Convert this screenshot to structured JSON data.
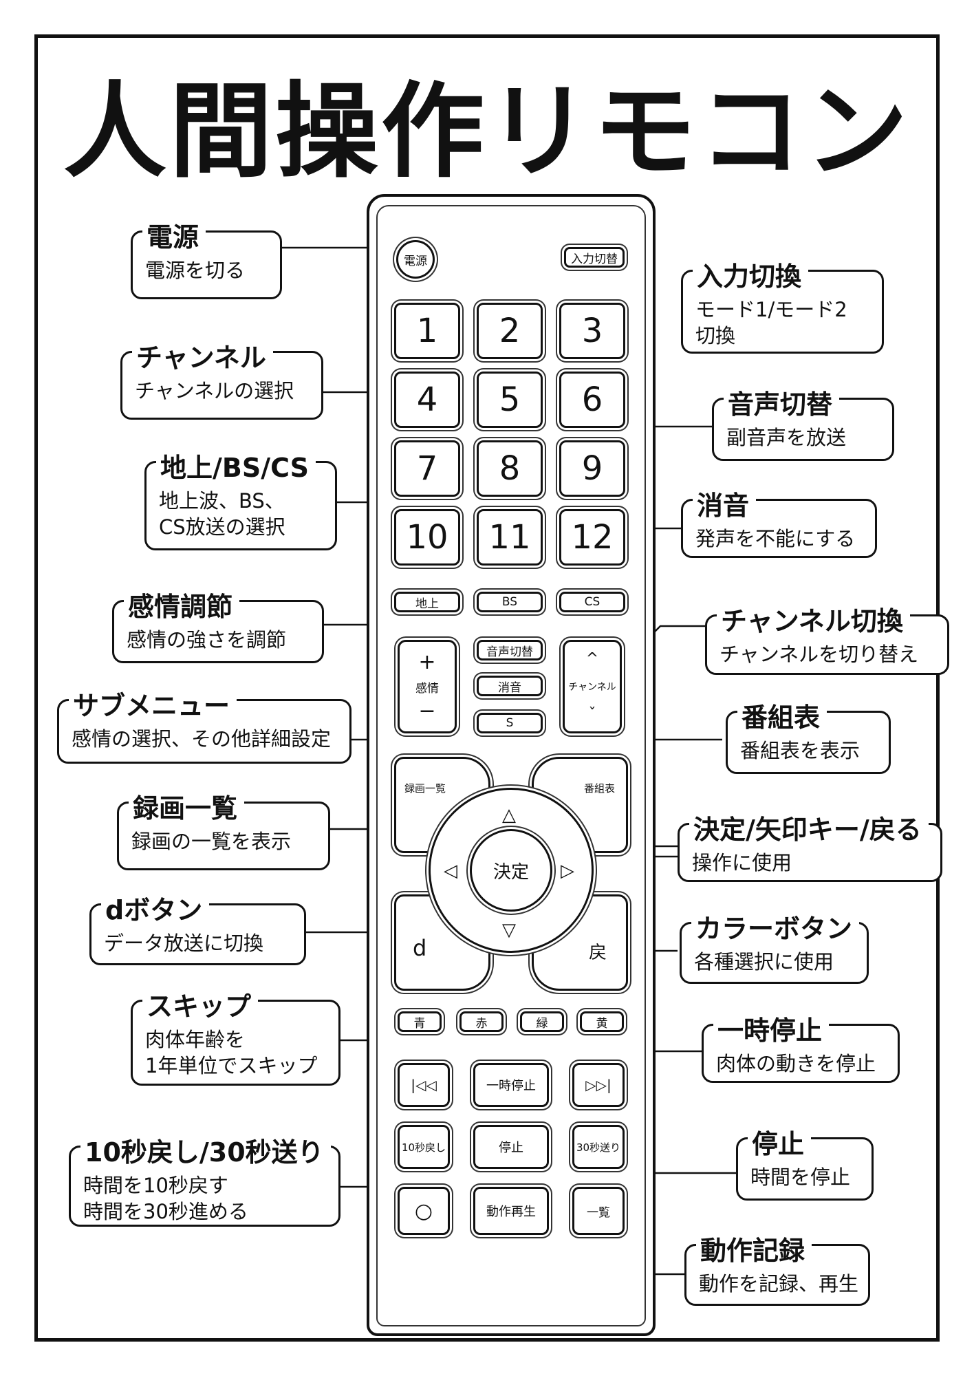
{
  "title": "人間操作リモコン",
  "remote": {
    "power": "電源",
    "input": "入力切替",
    "numbers": [
      "1",
      "2",
      "3",
      "4",
      "5",
      "6",
      "7",
      "8",
      "9",
      "10",
      "11",
      "12"
    ],
    "chijo": "地上",
    "bs": "BS",
    "cs": "CS",
    "plus": "+",
    "minus": "−",
    "kanjo": "感情",
    "onsei": "音声切替",
    "shouon": "消音",
    "s": "S",
    "ch_up": "^",
    "ch_down": "ˇ",
    "channel": "チャンネル",
    "rokuga": "録画一覧",
    "bangumi": "番組表",
    "kettei": "決定",
    "d": "d",
    "modoru": "戻",
    "colors": [
      "青",
      "赤",
      "緑",
      "黄"
    ],
    "skip_back": "|◁◁",
    "pause": "一時停止",
    "skip_fwd": "▷▷|",
    "back10": "10秒戻し",
    "stop": "停止",
    "fwd30": "30秒送り",
    "rec": "○",
    "play": "動作再生",
    "list": "一覧"
  },
  "callouts": {
    "power": {
      "title": "電源",
      "desc": "電源を切る"
    },
    "channel": {
      "title": "チャンネル",
      "desc": "チャンネルの選択"
    },
    "broadcast": {
      "title": "地上/BS/CS",
      "desc": "地上波、BS、\nCS放送の選択"
    },
    "emotion": {
      "title": "感情調節",
      "desc": "感情の強さを調節"
    },
    "submenu": {
      "title": "サブメニュー",
      "desc": "感情の選択、その他詳細設定"
    },
    "recordings": {
      "title": "録画一覧",
      "desc": "録画の一覧を表示"
    },
    "dbutton": {
      "title": "dボタン",
      "desc": "データ放送に切換"
    },
    "skip": {
      "title": "スキップ",
      "desc": "肉体年齢を\n1年単位でスキップ"
    },
    "seek": {
      "title": "10秒戻し/30秒送り",
      "desc": "時間を10秒戻す\n時間を30秒進める"
    },
    "input": {
      "title": "入力切換",
      "desc": "モード1/モード2\n切換"
    },
    "audio": {
      "title": "音声切替",
      "desc": "副音声を放送"
    },
    "mute": {
      "title": "消音",
      "desc": "発声を不能にする"
    },
    "chswitch": {
      "title": "チャンネル切換",
      "desc": "チャンネルを切り替え"
    },
    "guide": {
      "title": "番組表",
      "desc": "番組表を表示"
    },
    "select": {
      "title": "決定/矢印キー/戻る",
      "desc": "操作に使用"
    },
    "color": {
      "title": "カラーボタン",
      "desc": "各種選択に使用"
    },
    "pause": {
      "title": "一時停止",
      "desc": "肉体の動きを停止"
    },
    "stop": {
      "title": "停止",
      "desc": "時間を停止"
    },
    "motion": {
      "title": "動作記録",
      "desc": "動作を記録、再生"
    }
  }
}
